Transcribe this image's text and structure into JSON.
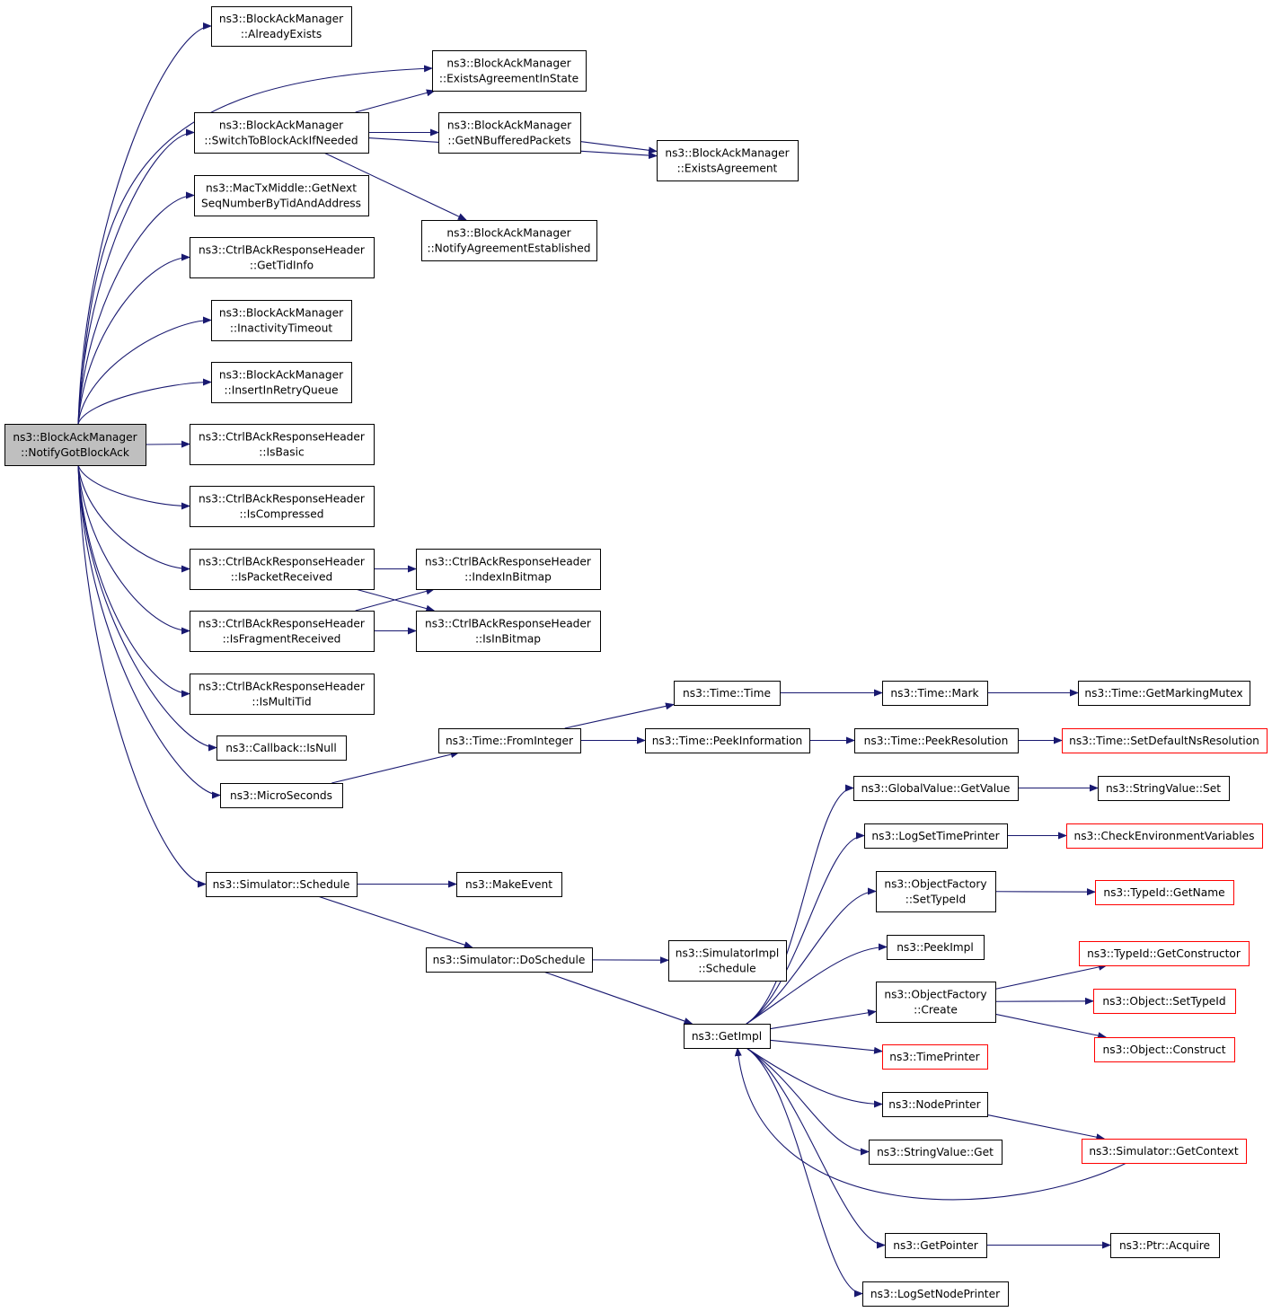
{
  "colors": {
    "edge": "#191970",
    "root_fill": "#bfbfbf",
    "truncated_border": "#ff0000"
  },
  "nodes": {
    "notifygotblockack": {
      "lines": [
        "ns3::BlockAckManager",
        "::NotifyGotBlockAck"
      ],
      "style": "root"
    },
    "alreadyexists": {
      "lines": [
        "ns3::BlockAckManager",
        "::AlreadyExists"
      ]
    },
    "existsagreementinstate": {
      "lines": [
        "ns3::BlockAckManager",
        "::ExistsAgreementInState"
      ]
    },
    "switchtoblockackifneeded": {
      "lines": [
        "ns3::BlockAckManager",
        "::SwitchToBlockAckIfNeeded"
      ]
    },
    "getnbufferedpackets": {
      "lines": [
        "ns3::BlockAckManager",
        "::GetNBufferedPackets"
      ]
    },
    "existsagreement": {
      "lines": [
        "ns3::BlockAckManager",
        "::ExistsAgreement"
      ]
    },
    "notifyagreementestablished": {
      "lines": [
        "ns3::BlockAckManager",
        "::NotifyAgreementEstablished"
      ]
    },
    "getnextseqnumber": {
      "lines": [
        "ns3::MacTxMiddle::GetNext",
        "SeqNumberByTidAndAddress"
      ]
    },
    "gettidinfo": {
      "lines": [
        "ns3::CtrlBAckResponseHeader",
        "::GetTidInfo"
      ]
    },
    "inactivitytimeout": {
      "lines": [
        "ns3::BlockAckManager",
        "::InactivityTimeout"
      ]
    },
    "insertinretryqueue": {
      "lines": [
        "ns3::BlockAckManager",
        "::InsertInRetryQueue"
      ]
    },
    "isbasic": {
      "lines": [
        "ns3::CtrlBAckResponseHeader",
        "::IsBasic"
      ]
    },
    "iscompressed": {
      "lines": [
        "ns3::CtrlBAckResponseHeader",
        "::IsCompressed"
      ]
    },
    "ispacketreceived": {
      "lines": [
        "ns3::CtrlBAckResponseHeader",
        "::IsPacketReceived"
      ]
    },
    "indexinbitmap": {
      "lines": [
        "ns3::CtrlBAckResponseHeader",
        "::IndexInBitmap"
      ]
    },
    "isfragmentreceived": {
      "lines": [
        "ns3::CtrlBAckResponseHeader",
        "::IsFragmentReceived"
      ]
    },
    "isinbitmap": {
      "lines": [
        "ns3::CtrlBAckResponseHeader",
        "::IsInBitmap"
      ]
    },
    "ismultitid": {
      "lines": [
        "ns3::CtrlBAckResponseHeader",
        "::IsMultiTid"
      ]
    },
    "callbackisnull": {
      "lines": [
        "ns3::Callback::IsNull"
      ]
    },
    "microseconds": {
      "lines": [
        "ns3::MicroSeconds"
      ]
    },
    "frominteger": {
      "lines": [
        "ns3::Time::FromInteger"
      ]
    },
    "timetime": {
      "lines": [
        "ns3::Time::Time"
      ]
    },
    "timemark": {
      "lines": [
        "ns3::Time::Mark"
      ]
    },
    "getmarkingmutex": {
      "lines": [
        "ns3::Time::GetMarkingMutex"
      ]
    },
    "peekinformation": {
      "lines": [
        "ns3::Time::PeekInformation"
      ]
    },
    "peekresolution": {
      "lines": [
        "ns3::Time::PeekResolution"
      ]
    },
    "setdefaultnsresolution": {
      "lines": [
        "ns3::Time::SetDefaultNsResolution"
      ],
      "style": "red"
    },
    "simschedule": {
      "lines": [
        "ns3::Simulator::Schedule"
      ]
    },
    "makeevent": {
      "lines": [
        "ns3::MakeEvent"
      ]
    },
    "doschedule": {
      "lines": [
        "ns3::Simulator::DoSchedule"
      ]
    },
    "simimplschedule": {
      "lines": [
        "ns3::SimulatorImpl",
        "::Schedule"
      ]
    },
    "getimpl": {
      "lines": [
        "ns3::GetImpl"
      ]
    },
    "globalvaluegetvalue": {
      "lines": [
        "ns3::GlobalValue::GetValue"
      ]
    },
    "stringvalueset": {
      "lines": [
        "ns3::StringValue::Set"
      ]
    },
    "logsettimeprinter": {
      "lines": [
        "ns3::LogSetTimePrinter"
      ]
    },
    "checkenvvars": {
      "lines": [
        "ns3::CheckEnvironmentVariables"
      ],
      "style": "red"
    },
    "ofsettypeid": {
      "lines": [
        "ns3::ObjectFactory",
        "::SetTypeId"
      ]
    },
    "typeidgetname": {
      "lines": [
        "ns3::TypeId::GetName"
      ],
      "style": "red"
    },
    "peekimpl": {
      "lines": [
        "ns3::PeekImpl"
      ]
    },
    "getconstructor": {
      "lines": [
        "ns3::TypeId::GetConstructor"
      ],
      "style": "red"
    },
    "ofcreate": {
      "lines": [
        "ns3::ObjectFactory",
        "::Create"
      ]
    },
    "objectsettypeid": {
      "lines": [
        "ns3::Object::SetTypeId"
      ],
      "style": "red"
    },
    "objectconstruct": {
      "lines": [
        "ns3::Object::Construct"
      ],
      "style": "red"
    },
    "timeprinter": {
      "lines": [
        "ns3::TimePrinter"
      ],
      "style": "red"
    },
    "nodeprinter": {
      "lines": [
        "ns3::NodePrinter"
      ]
    },
    "getcontext": {
      "lines": [
        "ns3::Simulator::GetContext"
      ],
      "style": "red"
    },
    "stringvalueget": {
      "lines": [
        "ns3::StringValue::Get"
      ]
    },
    "getpointer": {
      "lines": [
        "ns3::GetPointer"
      ]
    },
    "ptracquire": {
      "lines": [
        "ns3::Ptr::Acquire"
      ]
    },
    "logsetnodeprinter": {
      "lines": [
        "ns3::LogSetNodePrinter"
      ]
    }
  },
  "edges": [
    [
      "notifygotblockack",
      "alreadyexists"
    ],
    [
      "notifygotblockack",
      "existsagreementinstate"
    ],
    [
      "notifygotblockack",
      "switchtoblockackifneeded"
    ],
    [
      "switchtoblockackifneeded",
      "existsagreementinstate"
    ],
    [
      "switchtoblockackifneeded",
      "getnbufferedpackets"
    ],
    [
      "switchtoblockackifneeded",
      "existsagreement"
    ],
    [
      "switchtoblockackifneeded",
      "notifyagreementestablished"
    ],
    [
      "getnbufferedpackets",
      "existsagreement"
    ],
    [
      "notifygotblockack",
      "getnextseqnumber"
    ],
    [
      "notifygotblockack",
      "gettidinfo"
    ],
    [
      "notifygotblockack",
      "inactivitytimeout"
    ],
    [
      "notifygotblockack",
      "insertinretryqueue"
    ],
    [
      "notifygotblockack",
      "isbasic"
    ],
    [
      "notifygotblockack",
      "iscompressed"
    ],
    [
      "notifygotblockack",
      "ispacketreceived"
    ],
    [
      "ispacketreceived",
      "indexinbitmap"
    ],
    [
      "ispacketreceived",
      "isinbitmap"
    ],
    [
      "notifygotblockack",
      "isfragmentreceived"
    ],
    [
      "isfragmentreceived",
      "indexinbitmap"
    ],
    [
      "isfragmentreceived",
      "isinbitmap"
    ],
    [
      "notifygotblockack",
      "ismultitid"
    ],
    [
      "notifygotblockack",
      "callbackisnull"
    ],
    [
      "notifygotblockack",
      "microseconds"
    ],
    [
      "microseconds",
      "frominteger"
    ],
    [
      "frominteger",
      "timetime"
    ],
    [
      "frominteger",
      "peekinformation"
    ],
    [
      "timetime",
      "timemark"
    ],
    [
      "timemark",
      "getmarkingmutex"
    ],
    [
      "peekinformation",
      "peekresolution"
    ],
    [
      "peekresolution",
      "setdefaultnsresolution"
    ],
    [
      "notifygotblockack",
      "simschedule"
    ],
    [
      "simschedule",
      "makeevent"
    ],
    [
      "simschedule",
      "doschedule"
    ],
    [
      "doschedule",
      "simimplschedule"
    ],
    [
      "doschedule",
      "getimpl"
    ],
    [
      "getimpl",
      "globalvaluegetvalue"
    ],
    [
      "globalvaluegetvalue",
      "stringvalueset"
    ],
    [
      "getimpl",
      "logsettimeprinter"
    ],
    [
      "logsettimeprinter",
      "checkenvvars"
    ],
    [
      "getimpl",
      "ofsettypeid"
    ],
    [
      "ofsettypeid",
      "typeidgetname"
    ],
    [
      "getimpl",
      "peekimpl"
    ],
    [
      "getimpl",
      "ofcreate"
    ],
    [
      "ofcreate",
      "getconstructor"
    ],
    [
      "ofcreate",
      "objectsettypeid"
    ],
    [
      "ofcreate",
      "objectconstruct"
    ],
    [
      "getimpl",
      "timeprinter"
    ],
    [
      "getimpl",
      "nodeprinter"
    ],
    [
      "nodeprinter",
      "getcontext"
    ],
    [
      "getcontext",
      "getimpl"
    ],
    [
      "getimpl",
      "stringvalueget"
    ],
    [
      "getimpl",
      "getpointer"
    ],
    [
      "getpointer",
      "ptracquire"
    ],
    [
      "getimpl",
      "logsetnodeprinter"
    ]
  ]
}
